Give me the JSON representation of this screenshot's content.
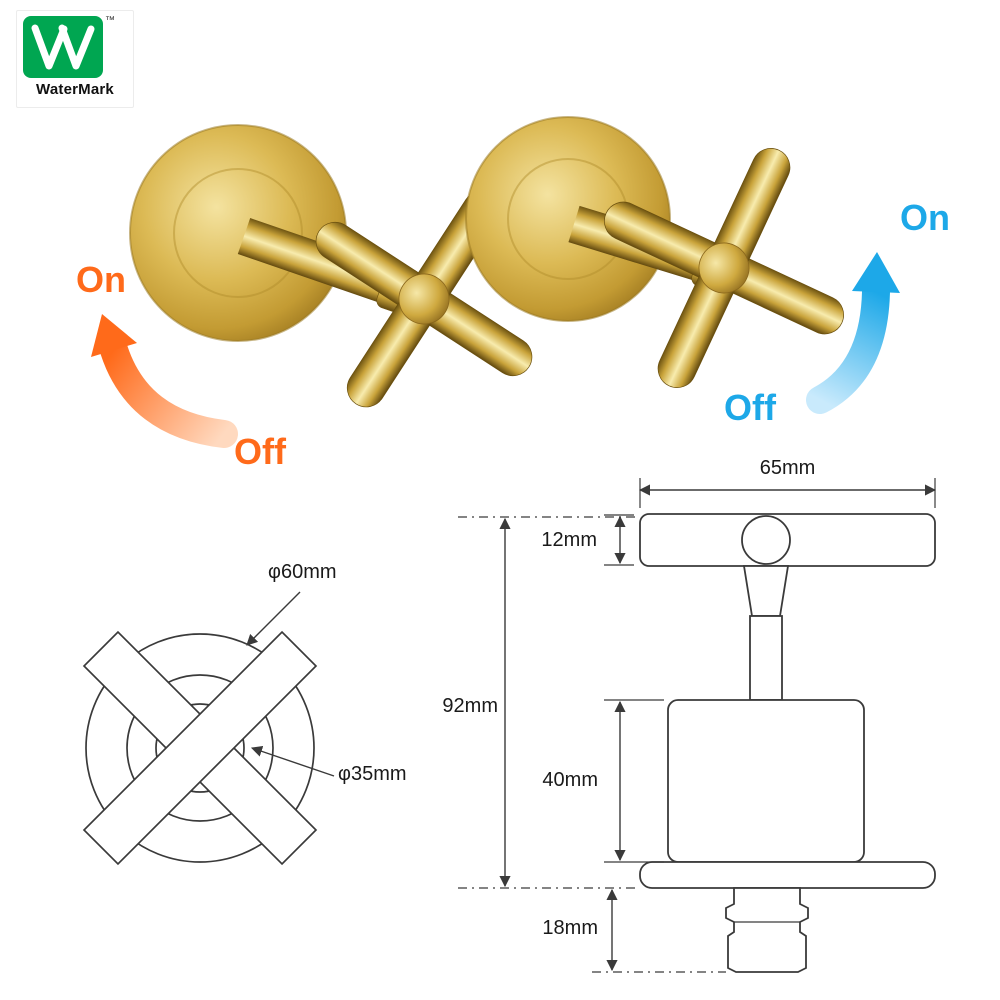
{
  "certification": {
    "name": "WaterMark",
    "trademark": "™"
  },
  "controls": {
    "left": {
      "on": "On",
      "off": "Off"
    },
    "right": {
      "on": "On",
      "off": "Off"
    }
  },
  "drawing": {
    "front": {
      "outer_diameter": "φ60mm",
      "inner_diameter": "φ35mm"
    },
    "side": {
      "width": "65mm",
      "handle_height": "12mm",
      "total_height": "92mm",
      "body_height": "40mm",
      "connector_height": "18mm"
    }
  },
  "colors": {
    "orange": "#ff6a1a",
    "blue": "#1da8e8",
    "brass": "#d4af37",
    "line": "#3a3a3a",
    "watermark_green": "#00A651"
  }
}
